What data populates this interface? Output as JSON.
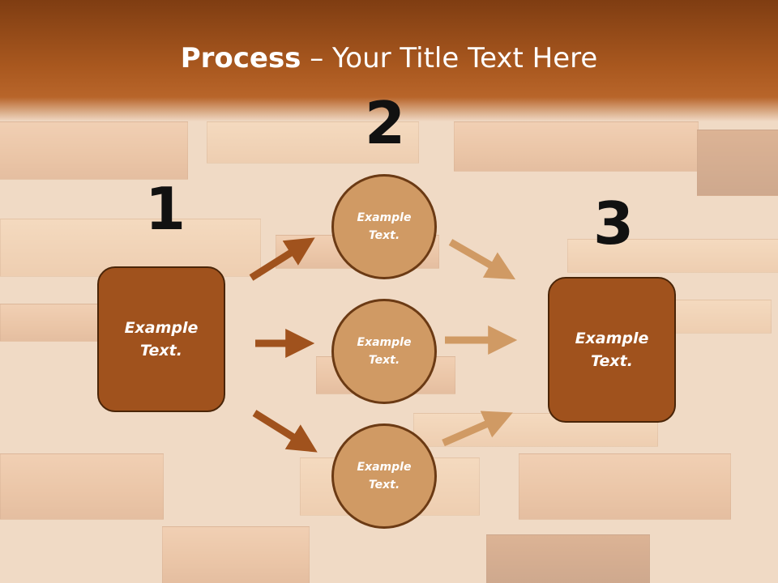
{
  "title": {
    "bold": "Process",
    "rest": " – Your Title Text Here"
  },
  "steps": {
    "one": {
      "number": "1",
      "label": "Example Text."
    },
    "two": {
      "number": "2"
    },
    "three": {
      "number": "3",
      "label": "Example Text."
    }
  },
  "circles": [
    {
      "label": "Example Text."
    },
    {
      "label": "Example Text."
    },
    {
      "label": "Example Text."
    }
  ],
  "colors": {
    "box": "#a0521d",
    "circle": "#d09a64",
    "arrow_dark": "#a0521d",
    "arrow_light": "#d09a64"
  }
}
